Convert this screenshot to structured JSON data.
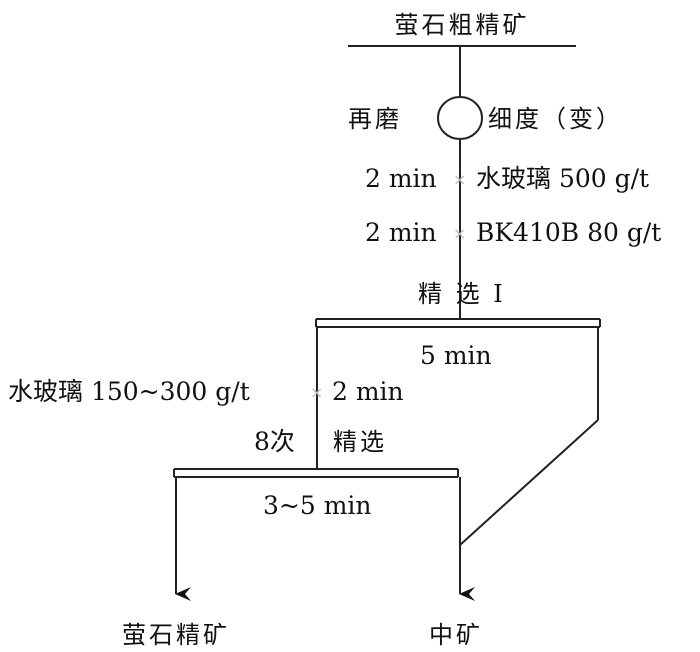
{
  "labels": {
    "feed": "萤石粗精矿",
    "regrind": "再磨",
    "fineness": "细度（变）",
    "time1": "2 min",
    "reagent1": "水玻璃 500 g/t",
    "time2": "2 min",
    "reagent2": "BK410B 80 g/t",
    "cleaner1": "精 选 I",
    "cleaner1_time": "5 min",
    "reagent3": "水玻璃 150~300 g/t",
    "time3": "2 min",
    "cleaning8": "8次",
    "cleaning8_label": "精选",
    "cleaning8_time": "3~5 min",
    "concentrate": "萤石精矿",
    "middlings": "中矿",
    "times_mark": "×"
  }
}
